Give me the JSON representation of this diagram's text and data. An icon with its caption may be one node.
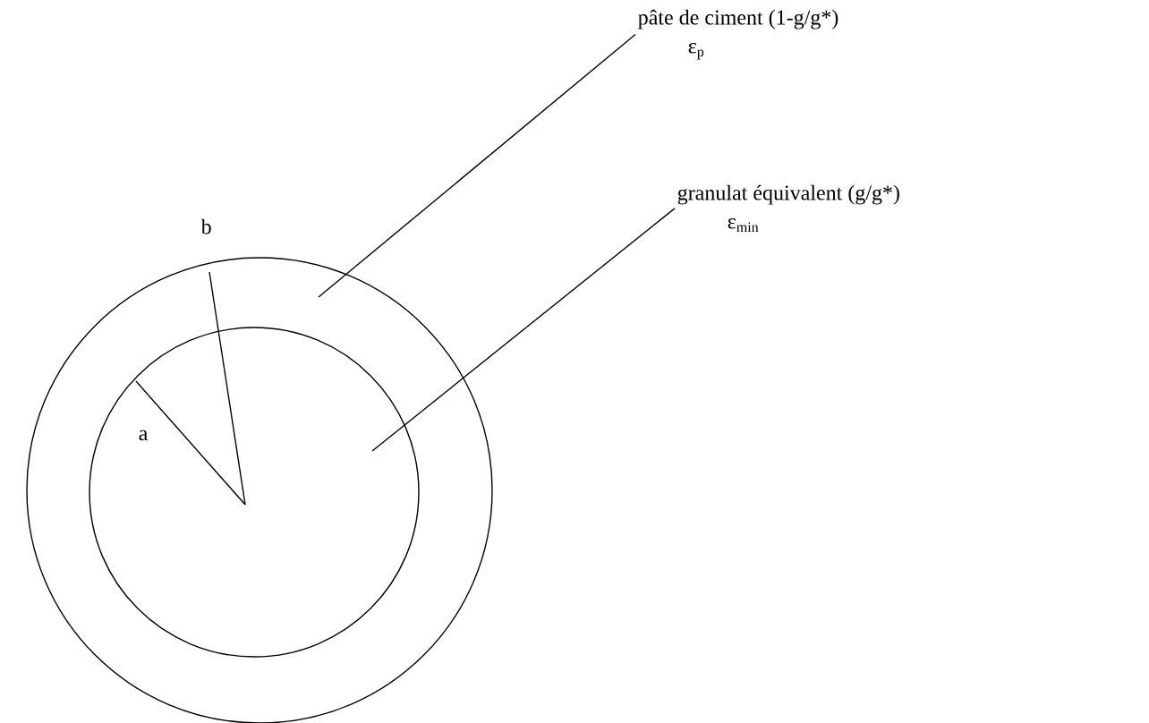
{
  "diagram": {
    "nodes": [
      {
        "text": [],
        "shape": "circle"
      },
      {
        "text": [],
        "shape": "circle",
        "in": 0
      },
      {
        "text": [
          "pâte de ciment (1-g/g*)",
          "ε$_{p}$"
        ]
      },
      {
        "text": [
          "granulat équivalent (g/g*)",
          "ε$_{min}$"
        ]
      }
    ],
    "edges": [
      {
        "from": 2,
        "to": 0,
        "arrow": "none"
      },
      {
        "from": 3,
        "to": 1,
        "arrow": "none"
      }
    ],
    "labels": [
      "b",
      "a"
    ]
  }
}
